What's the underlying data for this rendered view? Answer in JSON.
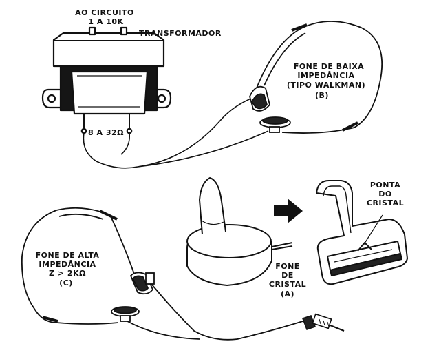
{
  "labels": {
    "circuit_line1": "AO CIRCUITO",
    "circuit_line2": "1 A 10K",
    "transformer": "TRANSFORMADOR",
    "low_imp_line1": "FONE DE BAIXA",
    "low_imp_line2": "IMPEDÂNCIA",
    "low_imp_line3": "(TIPO WALKMAN)",
    "low_imp_line4": "(B)",
    "secondary": "8 A 32Ω",
    "tip_line1": "PONTA",
    "tip_line2": "DO",
    "tip_line3": "CRISTAL",
    "high_imp_line1": "FONE DE ALTA",
    "high_imp_line2": "IMPEDÂNCIA",
    "high_imp_line3": "Z > 2KΩ",
    "high_imp_line4": "(C)",
    "crystal_line1": "FONE",
    "crystal_line2": "DE",
    "crystal_line3": "CRISTAL",
    "crystal_line4": "(A)"
  }
}
